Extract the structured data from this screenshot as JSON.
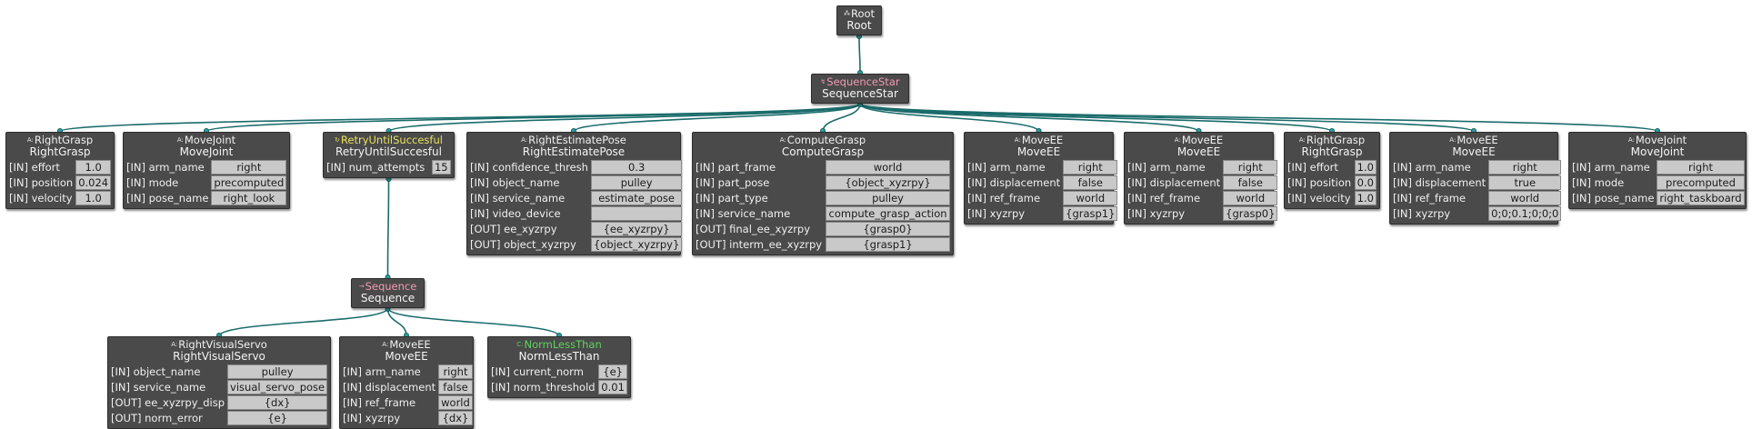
{
  "colors": {
    "edge": "#1b6b6b",
    "node_bg": "#4a4a4a",
    "value_bg": "#c9c9c9",
    "seq_tag": "#f29ab2",
    "decorator_tag": "#e8e060",
    "condition_tag": "#5fd25f"
  },
  "nodes": [
    {
      "id": "root",
      "icon": "root-icon",
      "type_glyph": "⁂",
      "tag": "Root",
      "name": "Root",
      "kind": "root",
      "ports": []
    },
    {
      "id": "seqstar",
      "icon": "sequence-star-icon",
      "type_glyph": "↯",
      "tag": "SequenceStar",
      "name": "SequenceStar",
      "kind": "seq",
      "ports": []
    },
    {
      "id": "rg1",
      "icon": "action-icon",
      "type_glyph": "A:",
      "tag": "RightGrasp",
      "name": "RightGrasp",
      "kind": "action",
      "ports": [
        {
          "k": "[IN] effort",
          "v": "1.0"
        },
        {
          "k": "[IN] position",
          "v": "0.024"
        },
        {
          "k": "[IN] velocity",
          "v": "1.0"
        }
      ]
    },
    {
      "id": "mj1",
      "icon": "action-icon",
      "type_glyph": "A:",
      "tag": "MoveJoint",
      "name": "MoveJoint",
      "kind": "action",
      "ports": [
        {
          "k": "[IN] arm_name",
          "v": "right"
        },
        {
          "k": "[IN] mode",
          "v": "precomputed"
        },
        {
          "k": "[IN] pose_name",
          "v": "right_look"
        }
      ]
    },
    {
      "id": "retry",
      "icon": "retry-icon",
      "type_glyph": "↻",
      "tag": "RetryUntilSuccesful",
      "name": "RetryUntilSuccesful",
      "kind": "dec",
      "ports": [
        {
          "k": "[IN] num_attempts",
          "v": "15"
        }
      ]
    },
    {
      "id": "rep",
      "icon": "action-icon",
      "type_glyph": "A:",
      "tag": "RightEstimatePose",
      "name": "RightEstimatePose",
      "kind": "action",
      "ports": [
        {
          "k": "[IN] confidence_thresh",
          "v": "0.3"
        },
        {
          "k": "[IN] object_name",
          "v": "pulley"
        },
        {
          "k": "[IN] service_name",
          "v": "estimate_pose"
        },
        {
          "k": "[IN] video_device",
          "v": ""
        },
        {
          "k": "[OUT] ee_xyzrpy",
          "v": "{ee_xyzrpy}"
        },
        {
          "k": "[OUT] object_xyzrpy",
          "v": "{object_xyzrpy}"
        }
      ]
    },
    {
      "id": "cg",
      "icon": "action-icon",
      "type_glyph": "A:",
      "tag": "ComputeGrasp",
      "name": "ComputeGrasp",
      "kind": "action",
      "ports": [
        {
          "k": "[IN] part_frame",
          "v": "world"
        },
        {
          "k": "[IN] part_pose",
          "v": "{object_xyzrpy}"
        },
        {
          "k": "[IN] part_type",
          "v": "pulley"
        },
        {
          "k": "[IN] service_name",
          "v": "compute_grasp_action"
        },
        {
          "k": "[OUT] final_ee_xyzrpy",
          "v": "{grasp0}"
        },
        {
          "k": "[OUT] interm_ee_xyzrpy",
          "v": "{grasp1}"
        }
      ]
    },
    {
      "id": "me1",
      "icon": "action-icon",
      "type_glyph": "A:",
      "tag": "MoveEE",
      "name": "MoveEE",
      "kind": "action",
      "ports": [
        {
          "k": "[IN] arm_name",
          "v": "right"
        },
        {
          "k": "[IN] displacement",
          "v": "false"
        },
        {
          "k": "[IN] ref_frame",
          "v": "world"
        },
        {
          "k": "[IN] xyzrpy",
          "v": "{grasp1}"
        }
      ]
    },
    {
      "id": "me2",
      "icon": "action-icon",
      "type_glyph": "A:",
      "tag": "MoveEE",
      "name": "MoveEE",
      "kind": "action",
      "ports": [
        {
          "k": "[IN] arm_name",
          "v": "right"
        },
        {
          "k": "[IN] displacement",
          "v": "false"
        },
        {
          "k": "[IN] ref_frame",
          "v": "world"
        },
        {
          "k": "[IN] xyzrpy",
          "v": "{grasp0}"
        }
      ]
    },
    {
      "id": "rg2",
      "icon": "action-icon",
      "type_glyph": "A:",
      "tag": "RightGrasp",
      "name": "RightGrasp",
      "kind": "action",
      "ports": [
        {
          "k": "[IN] effort",
          "v": "1.0"
        },
        {
          "k": "[IN] position",
          "v": "0.0"
        },
        {
          "k": "[IN] velocity",
          "v": "1.0"
        }
      ]
    },
    {
      "id": "me3",
      "icon": "action-icon",
      "type_glyph": "A:",
      "tag": "MoveEE",
      "name": "MoveEE",
      "kind": "action",
      "ports": [
        {
          "k": "[IN] arm_name",
          "v": "right"
        },
        {
          "k": "[IN] displacement",
          "v": "true"
        },
        {
          "k": "[IN] ref_frame",
          "v": "world"
        },
        {
          "k": "[IN] xyzrpy",
          "v": "0;0;0.1;0;0;0"
        }
      ]
    },
    {
      "id": "mj2",
      "icon": "action-icon",
      "type_glyph": "A:",
      "tag": "MoveJoint",
      "name": "MoveJoint",
      "kind": "action",
      "ports": [
        {
          "k": "[IN] arm_name",
          "v": "right"
        },
        {
          "k": "[IN] mode",
          "v": "precomputed"
        },
        {
          "k": "[IN] pose_name",
          "v": "right_taskboard"
        }
      ]
    },
    {
      "id": "seq",
      "icon": "sequence-icon",
      "type_glyph": "→",
      "tag": "Sequence",
      "name": "Sequence",
      "kind": "seq",
      "ports": []
    },
    {
      "id": "rvs",
      "icon": "action-icon",
      "type_glyph": "A:",
      "tag": "RightVisualServo",
      "name": "RightVisualServo",
      "kind": "action",
      "ports": [
        {
          "k": "[IN] object_name",
          "v": "pulley"
        },
        {
          "k": "[IN] service_name",
          "v": "visual_servo_pose"
        },
        {
          "k": "[OUT] ee_xyzrpy_disp",
          "v": "{dx}"
        },
        {
          "k": "[OUT] norm_error",
          "v": "{e}"
        }
      ]
    },
    {
      "id": "me4",
      "icon": "action-icon",
      "type_glyph": "A:",
      "tag": "MoveEE",
      "name": "MoveEE",
      "kind": "action",
      "ports": [
        {
          "k": "[IN] arm_name",
          "v": "right"
        },
        {
          "k": "[IN] displacement",
          "v": "false"
        },
        {
          "k": "[IN] ref_frame",
          "v": "world"
        },
        {
          "k": "[IN] xyzrpy",
          "v": "{dx}"
        }
      ]
    },
    {
      "id": "nlt",
      "icon": "condition-icon",
      "type_glyph": "C:",
      "tag": "NormLessThan",
      "name": "NormLessThan",
      "kind": "cond",
      "ports": [
        {
          "k": "[IN] current_norm",
          "v": "{e}"
        },
        {
          "k": "[IN] norm_threshold",
          "v": "0.01"
        }
      ]
    }
  ],
  "edges": [
    [
      "root",
      "seqstar"
    ],
    [
      "seqstar",
      "rg1"
    ],
    [
      "seqstar",
      "mj1"
    ],
    [
      "seqstar",
      "retry"
    ],
    [
      "seqstar",
      "rep"
    ],
    [
      "seqstar",
      "cg"
    ],
    [
      "seqstar",
      "me1"
    ],
    [
      "seqstar",
      "me2"
    ],
    [
      "seqstar",
      "rg2"
    ],
    [
      "seqstar",
      "me3"
    ],
    [
      "seqstar",
      "mj2"
    ],
    [
      "retry",
      "seq"
    ],
    [
      "seq",
      "rvs"
    ],
    [
      "seq",
      "me4"
    ],
    [
      "seq",
      "nlt"
    ]
  ]
}
